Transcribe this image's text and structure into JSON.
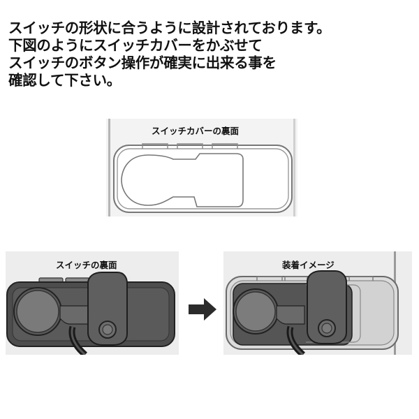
{
  "instructions": [
    "スイッチの形状に合うように設計されております。",
    "下図のようにスイッチカバーをかぶせて",
    "スイッチのボタン操作が確実に出来る事を",
    "確認して下さい。"
  ],
  "figures": {
    "cover_back_label": "スイッチカバーの裏面",
    "switch_back_label": "スイッチの裏面",
    "installed_label": "装着イメージ"
  },
  "icons": {
    "arrow": "arrow-right-icon"
  },
  "colors": {
    "switch_body": "#4d4d4d",
    "cover_tint": "#d6d6d6",
    "panel_bg": "#ececec",
    "outline": "#555555"
  }
}
